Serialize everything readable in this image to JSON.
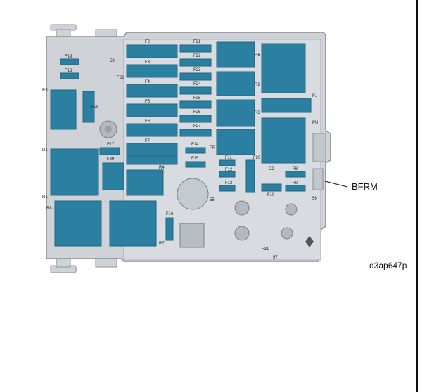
{
  "callout": "BFRM",
  "reference_code": "d3ap647p",
  "colors": {
    "housing": "#cfd3d8",
    "housing_stroke": "#8a9096",
    "module": "#2b7fa0",
    "module_dark": "#1f6582",
    "relay_hole": "#b3b9bf"
  },
  "fuse_labels": {
    "F2": "F2",
    "F3": "F3",
    "F4": "F4",
    "F5": "F5",
    "F6": "F6",
    "F7": "F7",
    "F21": "F21",
    "F22": "F22",
    "F23": "F23",
    "F24": "F24",
    "F25": "F25",
    "F26": "F26",
    "F27": "F27",
    "F14": "F14",
    "F15": "F15",
    "F11": "F11",
    "F12": "F12",
    "F13": "F13",
    "F20": "F20",
    "F8": "F8",
    "F9": "F9",
    "F10": "F10",
    "F19": "F19",
    "F18": "F18",
    "F28": "F28",
    "F32": "F32",
    "F17": "F17",
    "F29": "F29",
    "F16": "F16",
    "F1": "F1",
    "F31": "F31"
  },
  "relay_labels": {
    "R1": "R1",
    "R2": "R2",
    "R3": "R3",
    "R4": "R4",
    "R5": "R5",
    "R6": "R6",
    "R7": "R7",
    "R8": "R8",
    "D1": "D1",
    "D2": "D2",
    "PU": "PU",
    "PR": "PR"
  },
  "connector_labels": {
    "c55": "55",
    "c56": "56",
    "c57": "57",
    "c58": "58"
  }
}
